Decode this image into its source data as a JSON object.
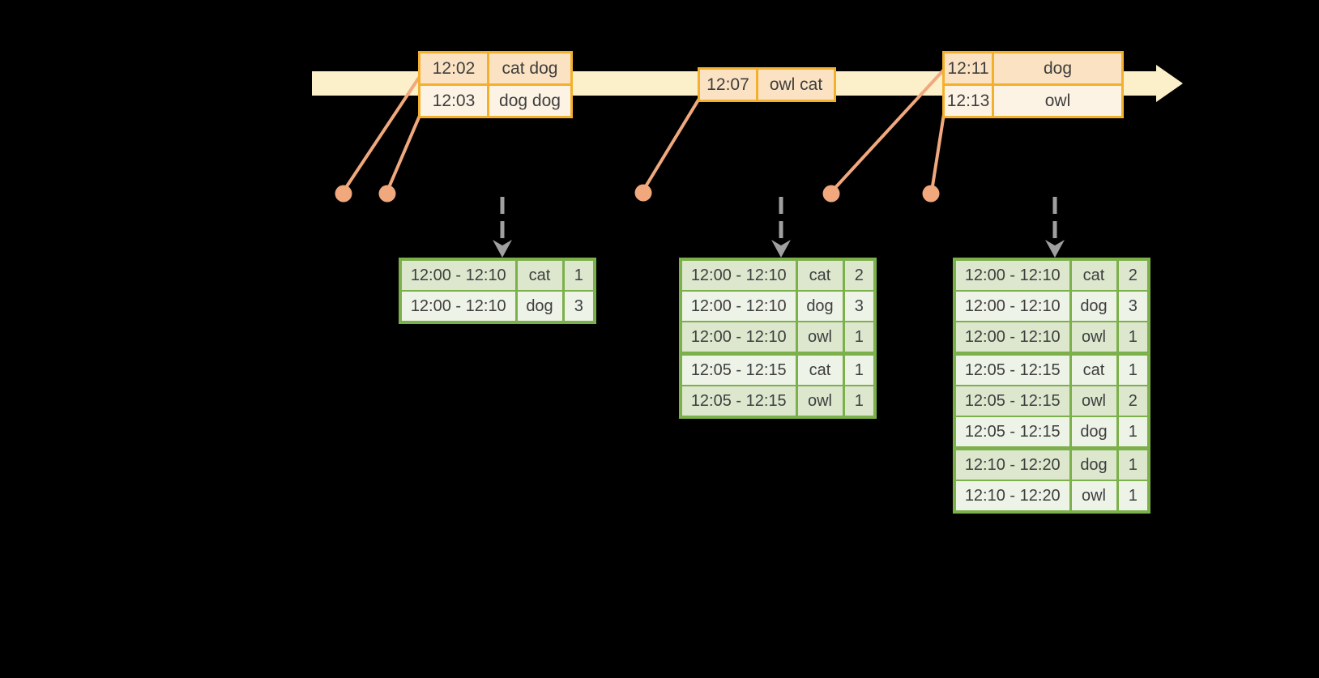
{
  "palette": {
    "background": "#000000",
    "timeline_fill": "#FBF0CA",
    "event_table_border": "#F2B02C",
    "event_row_dark": "#FBE2C2",
    "event_row_light": "#FDF3E5",
    "connector_salmon": "#F0A87C",
    "trigger_arrow_gray": "#A0A0A0",
    "result_table_border": "#7CB04A",
    "result_row_dark": "#DCE7CE",
    "result_row_light": "#EEF3E8",
    "text": "#3E3E3E"
  },
  "event_tables": [
    {
      "rows": [
        {
          "time": "12:02",
          "words": "cat dog"
        },
        {
          "time": "12:03",
          "words": "dog dog"
        }
      ]
    },
    {
      "rows": [
        {
          "time": "12:07",
          "words": "owl cat"
        }
      ]
    },
    {
      "rows": [
        {
          "time": "12:11",
          "words": "dog"
        },
        {
          "time": "12:13",
          "words": "owl"
        }
      ]
    }
  ],
  "result_tables": [
    {
      "group_breaks": [],
      "rows": [
        {
          "window": "12:00 - 12:10",
          "word": "cat",
          "count": "1"
        },
        {
          "window": "12:00 - 12:10",
          "word": "dog",
          "count": "3"
        }
      ]
    },
    {
      "group_breaks": [
        3
      ],
      "rows": [
        {
          "window": "12:00 - 12:10",
          "word": "cat",
          "count": "2"
        },
        {
          "window": "12:00 - 12:10",
          "word": "dog",
          "count": "3"
        },
        {
          "window": "12:00 - 12:10",
          "word": "owl",
          "count": "1"
        },
        {
          "window": "12:05 - 12:15",
          "word": "cat",
          "count": "1"
        },
        {
          "window": "12:05 - 12:15",
          "word": "owl",
          "count": "1"
        }
      ]
    },
    {
      "group_breaks": [
        3,
        6
      ],
      "rows": [
        {
          "window": "12:00 - 12:10",
          "word": "cat",
          "count": "2"
        },
        {
          "window": "12:00 - 12:10",
          "word": "dog",
          "count": "3"
        },
        {
          "window": "12:00 - 12:10",
          "word": "owl",
          "count": "1"
        },
        {
          "window": "12:05 - 12:15",
          "word": "cat",
          "count": "1"
        },
        {
          "window": "12:05 - 12:15",
          "word": "owl",
          "count": "2"
        },
        {
          "window": "12:05 - 12:15",
          "word": "dog",
          "count": "1"
        },
        {
          "window": "12:10 - 12:20",
          "word": "dog",
          "count": "1"
        },
        {
          "window": "12:10 - 12:20",
          "word": "owl",
          "count": "1"
        }
      ]
    }
  ]
}
